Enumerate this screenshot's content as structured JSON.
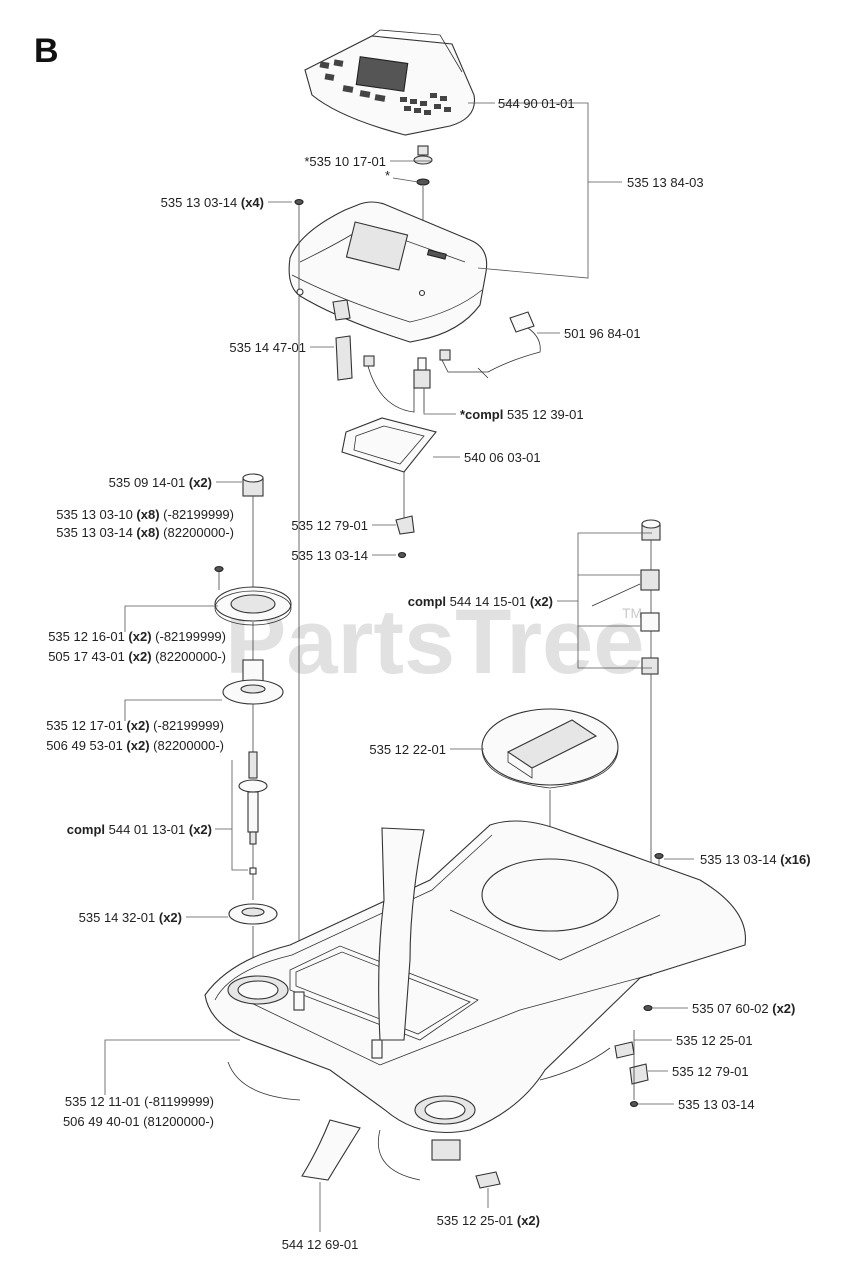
{
  "section": {
    "letter": "B"
  },
  "watermark": {
    "text": "PartsTree",
    "tm": "TM"
  },
  "callouts": [
    {
      "id": "c-544900101",
      "parts": [
        {
          "t": "544 90 01-01",
          "b": false
        }
      ]
    },
    {
      "id": "c-535101701",
      "parts": [
        {
          "t": "*535 10 17-01",
          "b": false
        }
      ]
    },
    {
      "id": "c-star",
      "parts": [
        {
          "t": "*",
          "b": false
        }
      ]
    },
    {
      "id": "c-535138403",
      "parts": [
        {
          "t": "535 13 84-03",
          "b": false
        }
      ]
    },
    {
      "id": "c-535130314-x4",
      "parts": [
        {
          "t": "535 13 03-14 ",
          "b": false
        },
        {
          "t": "(x4)",
          "b": true
        }
      ]
    },
    {
      "id": "c-501968401",
      "parts": [
        {
          "t": "501 96 84-01",
          "b": false
        }
      ]
    },
    {
      "id": "c-535144701",
      "parts": [
        {
          "t": "535 14 47-01",
          "b": false
        }
      ]
    },
    {
      "id": "c-535123901",
      "parts": [
        {
          "t": "*compl",
          "b": true
        },
        {
          "t": " 535 12 39-01",
          "b": false
        }
      ]
    },
    {
      "id": "c-540060301",
      "parts": [
        {
          "t": "540 06 03-01",
          "b": false
        }
      ]
    },
    {
      "id": "c-535091401",
      "parts": [
        {
          "t": "535 09 14-01 ",
          "b": false
        },
        {
          "t": "(x2)",
          "b": true
        }
      ]
    },
    {
      "id": "c-535130310",
      "parts": [
        {
          "t": "535 13 03-10 ",
          "b": false
        },
        {
          "t": "(x8)",
          "b": true
        },
        {
          "t": " (-82199999)",
          "b": false
        }
      ]
    },
    {
      "id": "c-535130314-x8",
      "parts": [
        {
          "t": "535 13 03-14 ",
          "b": false
        },
        {
          "t": "(x8)",
          "b": true
        },
        {
          "t": " (82200000-)",
          "b": false
        }
      ]
    },
    {
      "id": "c-535127901-a",
      "parts": [
        {
          "t": "535 12 79-01",
          "b": false
        }
      ]
    },
    {
      "id": "c-535130314-a",
      "parts": [
        {
          "t": "535 13 03-14",
          "b": false
        }
      ]
    },
    {
      "id": "c-544141501",
      "parts": [
        {
          "t": "compl",
          "b": true
        },
        {
          "t": " 544 14 15-01 ",
          "b": false
        },
        {
          "t": "(x2)",
          "b": true
        }
      ]
    },
    {
      "id": "c-535121601",
      "parts": [
        {
          "t": "535 12 16-01 ",
          "b": false
        },
        {
          "t": "(x2)",
          "b": true
        },
        {
          "t": " (-82199999)",
          "b": false
        }
      ]
    },
    {
      "id": "c-505174301",
      "parts": [
        {
          "t": "505 17 43-01 ",
          "b": false
        },
        {
          "t": "(x2)",
          "b": true
        },
        {
          "t": " (82200000-)",
          "b": false
        }
      ]
    },
    {
      "id": "c-535121701",
      "parts": [
        {
          "t": "535 12 17-01 ",
          "b": false
        },
        {
          "t": "(x2)",
          "b": true
        },
        {
          "t": " (-82199999)",
          "b": false
        }
      ]
    },
    {
      "id": "c-506495301",
      "parts": [
        {
          "t": "506 49 53-01 ",
          "b": false
        },
        {
          "t": "(x2)",
          "b": true
        },
        {
          "t": " (82200000-)",
          "b": false
        }
      ]
    },
    {
      "id": "c-535122201",
      "parts": [
        {
          "t": "535 12 22-01",
          "b": false
        }
      ]
    },
    {
      "id": "c-544011301",
      "parts": [
        {
          "t": "compl",
          "b": true
        },
        {
          "t": " 544 01 13-01 ",
          "b": false
        },
        {
          "t": "(x2)",
          "b": true
        }
      ]
    },
    {
      "id": "c-535130314-x16",
      "parts": [
        {
          "t": "535 13 03-14 ",
          "b": false
        },
        {
          "t": "(x16)",
          "b": true
        }
      ]
    },
    {
      "id": "c-535143201",
      "parts": [
        {
          "t": "535 14 32-01 ",
          "b": false
        },
        {
          "t": "(x2)",
          "b": true
        }
      ]
    },
    {
      "id": "c-535076002",
      "parts": [
        {
          "t": "535 07 60-02 ",
          "b": false
        },
        {
          "t": "(x2)",
          "b": true
        }
      ]
    },
    {
      "id": "c-535122501-a",
      "parts": [
        {
          "t": "535 12 25-01",
          "b": false
        }
      ]
    },
    {
      "id": "c-535121101",
      "parts": [
        {
          "t": "535 12 11-01 (-81199999)",
          "b": false
        }
      ]
    },
    {
      "id": "c-506494001",
      "parts": [
        {
          "t": "506 49 40-01 (81200000-)",
          "b": false
        }
      ]
    },
    {
      "id": "c-535127901-b",
      "parts": [
        {
          "t": "535 12 79-01",
          "b": false
        }
      ]
    },
    {
      "id": "c-535130314-b",
      "parts": [
        {
          "t": "535 13 03-14",
          "b": false
        }
      ]
    },
    {
      "id": "c-535122501-x2",
      "parts": [
        {
          "t": "535 12 25-01 ",
          "b": false
        },
        {
          "t": "(x2)",
          "b": true
        }
      ]
    },
    {
      "id": "c-544126901",
      "parts": [
        {
          "t": "544 12 69-01",
          "b": false
        }
      ]
    }
  ]
}
